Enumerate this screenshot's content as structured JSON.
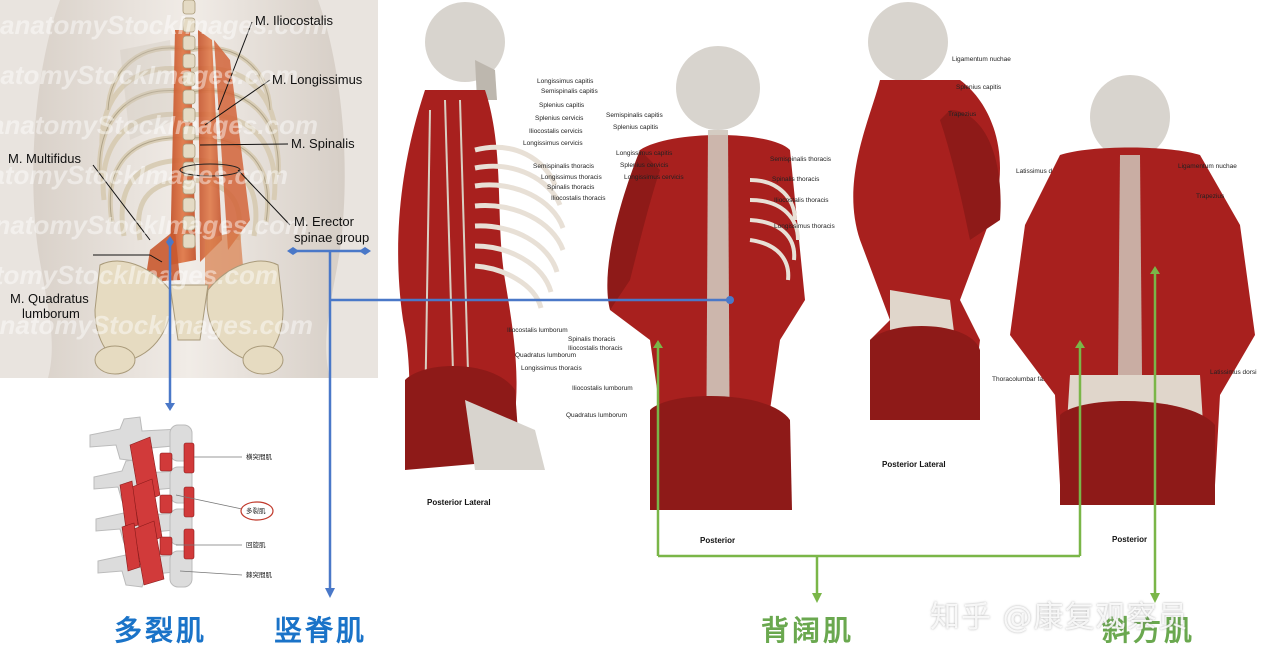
{
  "panel1": {
    "labels": {
      "iliocostalis": "M. Iliocostalis",
      "longissimus": "M. Longissimus",
      "spinalis": "M. Spinalis",
      "multifidus": "M. Multifidus",
      "erector_1": "M. Erector",
      "erector_2": "spinae group",
      "quadratus_1": "M. Quadratus",
      "quadratus_2": "lumborum"
    },
    "watermark": "anatomyStockImages.com"
  },
  "inset": {
    "labels": {
      "intertransversarii": "横突間肌",
      "multifidus": "多裂肌",
      "rotatores": "回旋肌",
      "interspinales": "棘突間肌"
    }
  },
  "panel2": {
    "labels": [
      "Longissimus capitis",
      "Semispinalis capitis",
      "Splenius capitis",
      "Splenius cervicis",
      "Iliocostalis cervicis",
      "Longissimus cervicis",
      "Semispinalis thoracis",
      "Longissimus thoracis",
      "Spinalis thoracis",
      "Iliocostalis thoracis",
      "Iliocostalis lumborum",
      "Quadratus lumborum",
      "Longissimus thoracis"
    ],
    "caption": "Posterior Lateral"
  },
  "panel3": {
    "labels": [
      "Semispinalis capitis",
      "Splenius capitis",
      "Longissimus capitis",
      "Splenius cervicis",
      "Longissimus cervicis",
      "Semispinalis thoracis",
      "Spinalis thoracis",
      "Iliocostalis thoracis",
      "Longissimus thoracis",
      "Spinalis thoracis",
      "Iliocostalis thoracis",
      "Iliocostalis lumborum",
      "Quadratus lumborum"
    ],
    "caption": "Posterior"
  },
  "panel4": {
    "labels": [
      "Ligamentum nuchae",
      "Splenius capitis",
      "Trapezius",
      "Latissimus dorsi",
      "Thoracolumbar fascia"
    ],
    "caption": "Posterior Lateral"
  },
  "panel5": {
    "labels": [
      "Ligamentum nuchae",
      "Trapezius",
      "Latissimus dorsi"
    ],
    "caption": "Posterior"
  },
  "bottom_labels": {
    "multifidus": "多裂肌",
    "erector": "竖脊肌",
    "latissimus": "背阔肌",
    "trapezius": "斜方肌"
  },
  "credit": "知乎 @康复观察员",
  "colors": {
    "blue_label": "#1a73c8",
    "green_label": "#6aa84f",
    "blue_line": "#4a78c8",
    "green_line": "#7ab648",
    "muscle_red": "#a8201e"
  }
}
